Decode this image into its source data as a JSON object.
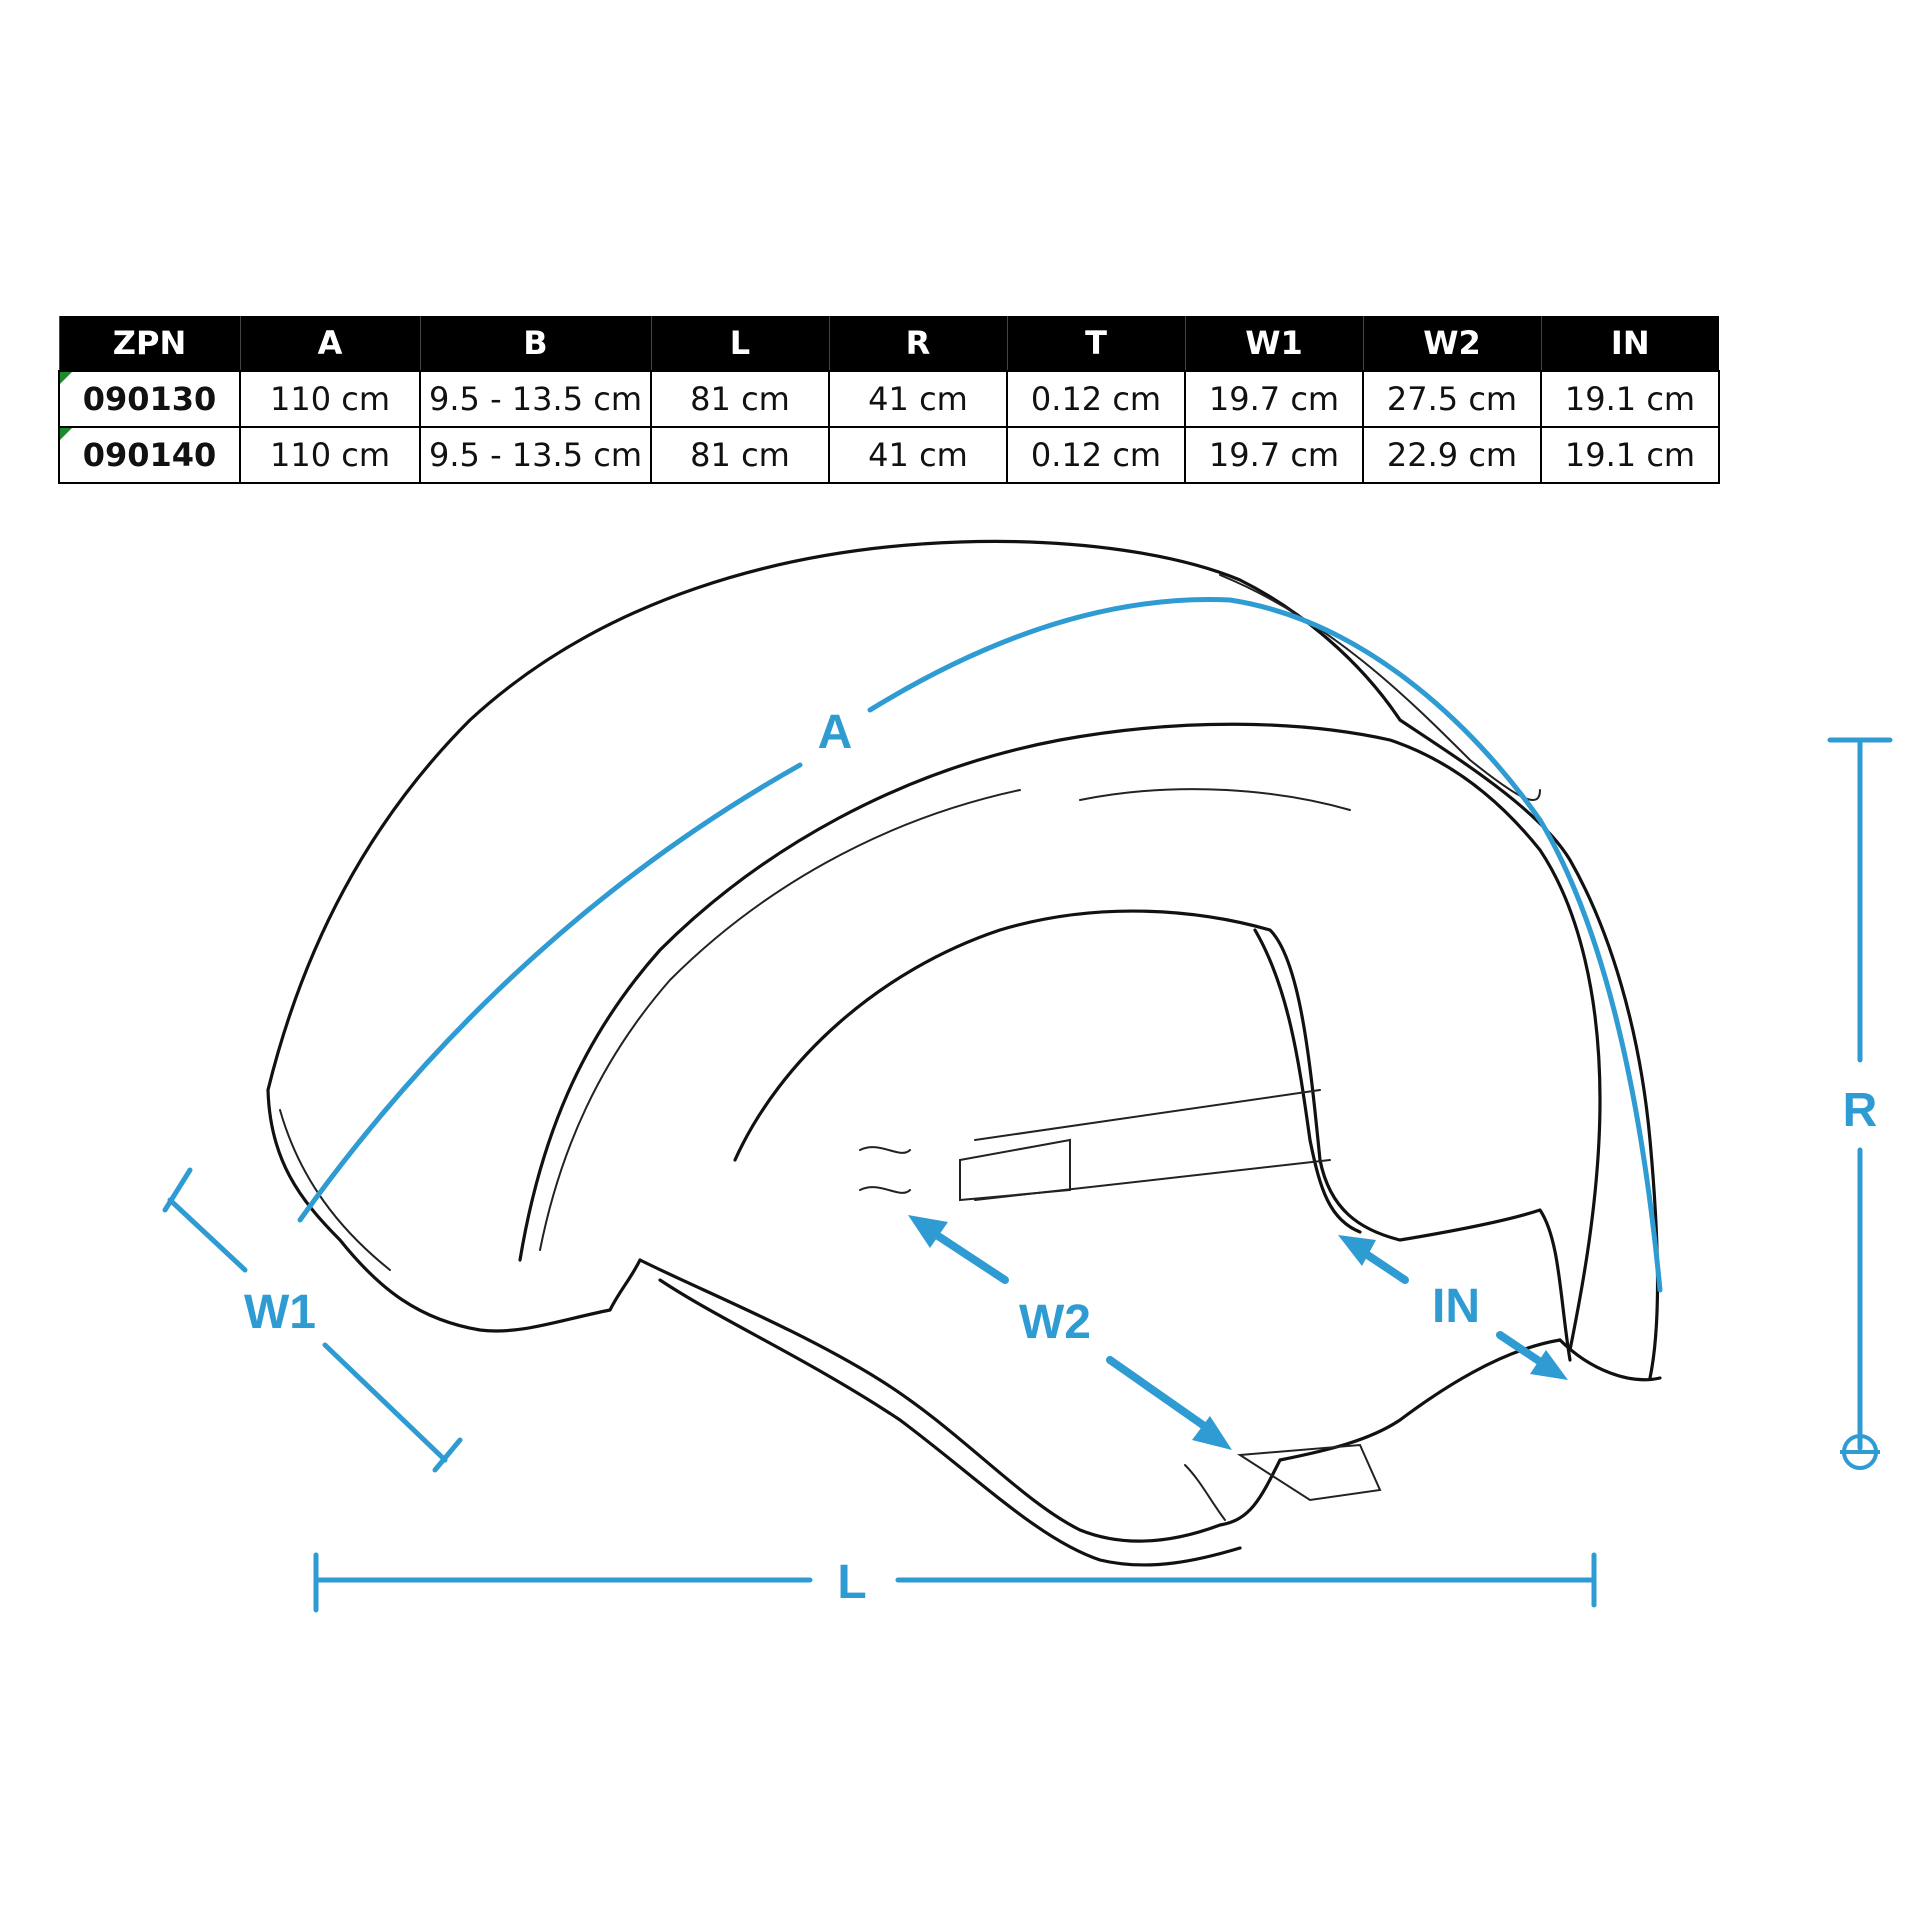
{
  "table": {
    "headers": [
      "ZPN",
      "A",
      "B",
      "L",
      "R",
      "T",
      "W1",
      "W2",
      "IN"
    ],
    "rows": [
      [
        "090130",
        "110 cm",
        "9.5 - 13.5 cm",
        "81 cm",
        "41 cm",
        "0.12 cm",
        "19.7 cm",
        "27.5 cm",
        "19.1 cm"
      ],
      [
        "090140",
        "110 cm",
        "9.5 - 13.5 cm",
        "81 cm",
        "41 cm",
        "0.12 cm",
        "19.7 cm",
        "22.9 cm",
        "19.1 cm"
      ]
    ]
  },
  "dimensions": {
    "a": "A",
    "r": "R",
    "w1": "W1",
    "w2": "W2",
    "in": "IN",
    "l": "L"
  },
  "colors": {
    "dimension": "#2f9bd3",
    "header_bg": "#000000",
    "row_marker": "#1e8a2e"
  }
}
